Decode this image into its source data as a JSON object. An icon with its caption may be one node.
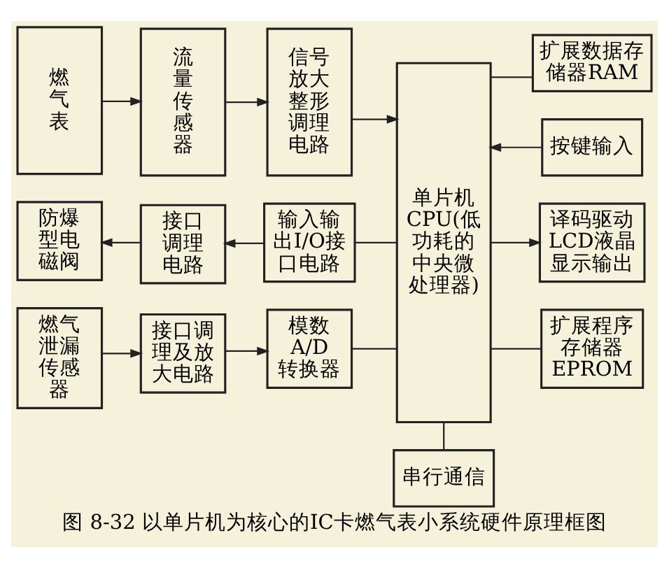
{
  "diagram": {
    "caption": "图 8-32 以单片机为核心的IC卡燃气表小系统硬件原理框图",
    "nodes": [
      {
        "text": [
          "燃气表"
        ]
      },
      {
        "text": [
          "流量传感器"
        ]
      },
      {
        "text": [
          "信号放大整形调理电路"
        ]
      },
      {
        "text": [
          "单片机CPU(低功耗的中央微处理器)"
        ]
      },
      {
        "text": [
          "扩展数据存储器RAM"
        ]
      },
      {
        "text": [
          "按键输入"
        ]
      },
      {
        "text": [
          "防爆型电磁阀"
        ]
      },
      {
        "text": [
          "接口调理电路"
        ]
      },
      {
        "text": [
          "输入输出I/O接口电路"
        ]
      },
      {
        "text": [
          "译码驱动LCD液晶显示输出"
        ]
      },
      {
        "text": [
          "燃气泄漏传感器"
        ]
      },
      {
        "text": [
          "接口调理及放大电路"
        ]
      },
      {
        "text": [
          "模数A/D转换器"
        ]
      },
      {
        "text": [
          "扩展程序存储器EPROM"
        ]
      },
      {
        "text": [
          "串行通信"
        ]
      }
    ],
    "edges": [
      {
        "from": 0,
        "to": 1,
        "arrow": "to"
      },
      {
        "from": 1,
        "to": 2,
        "arrow": "to"
      },
      {
        "from": 2,
        "to": 3,
        "arrow": "to"
      },
      {
        "from": 3,
        "to": 4,
        "arrow": "none"
      },
      {
        "from": 5,
        "to": 3,
        "arrow": "to"
      },
      {
        "from": 8,
        "to": 7,
        "arrow": "to"
      },
      {
        "from": 7,
        "to": 6,
        "arrow": "to"
      },
      {
        "from": 8,
        "to": 3,
        "arrow": "none"
      },
      {
        "from": 3,
        "to": 9,
        "arrow": "to"
      },
      {
        "from": 10,
        "to": 11,
        "arrow": "to"
      },
      {
        "from": 11,
        "to": 12,
        "arrow": "to"
      },
      {
        "from": 12,
        "to": 3,
        "arrow": "none"
      },
      {
        "from": 3,
        "to": 13,
        "arrow": "none"
      },
      {
        "from": 3,
        "to": 14,
        "arrow": "none"
      }
    ]
  }
}
